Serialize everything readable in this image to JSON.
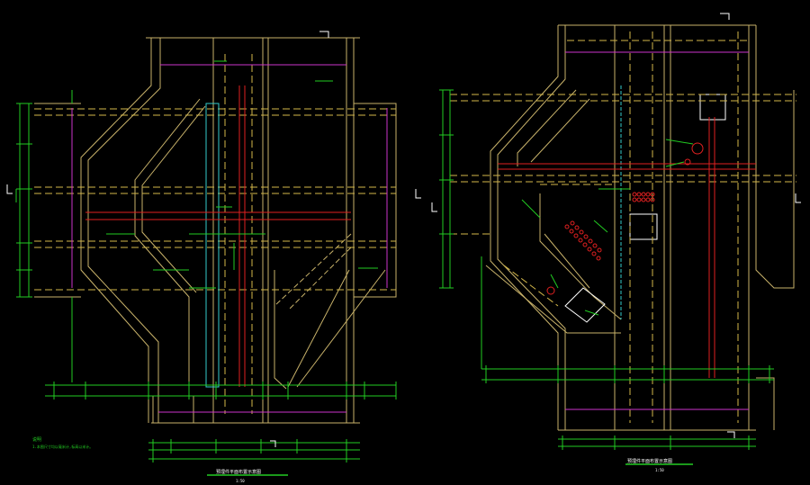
{
  "colors": {
    "background": "#000000",
    "outline": "#c8b26a",
    "hidden": "#d4b84a",
    "dimension": "#22cc22",
    "rebar": "#e02020",
    "cyan": "#33cccc",
    "magenta": "#cc33cc",
    "white": "#ffffff"
  },
  "left_drawing": {
    "title": "预埋件平面布置示意图",
    "scale": "1:50",
    "note_head": "说明",
    "note_body": "1.本图尺寸均以毫米计,标高以米计。"
  },
  "right_drawing": {
    "title": "预埋件平面布置示意图",
    "scale": "1:50"
  }
}
